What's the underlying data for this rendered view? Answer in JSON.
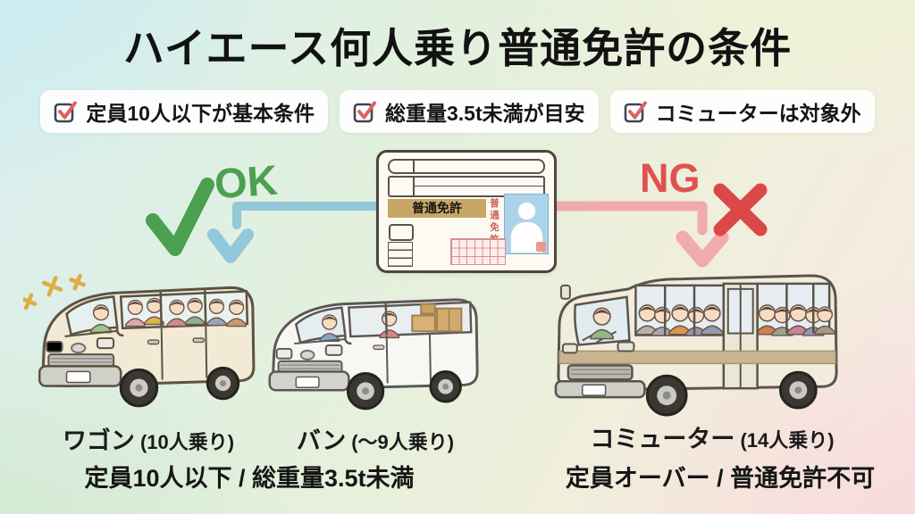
{
  "title": "ハイエース何人乗り普通免許の条件",
  "checklist": [
    {
      "label": "定員10人以下が基本条件"
    },
    {
      "label": "総重量3.5t未満が目安"
    },
    {
      "label": "コミューターは対象外"
    }
  ],
  "license_card": {
    "type_label": "普通免許",
    "photo_label": "普通免許"
  },
  "branches": {
    "ok": {
      "label": "OK",
      "color": "#4ca04e",
      "arrow_color": "#93c8da",
      "footnote": "定員10人以下 / 総重量3.5t未満"
    },
    "ng": {
      "label": "NG",
      "color": "#e05252",
      "arrow_color": "#f2abab",
      "footnote": "定員オーバー / 普通免許不可"
    }
  },
  "vehicles": [
    {
      "id": "wagon",
      "name": "ワゴン",
      "capacity": "(10人乗り)"
    },
    {
      "id": "van",
      "name": "バン",
      "capacity": "(〜9人乗り)"
    },
    {
      "id": "commuter",
      "name": "コミューター",
      "capacity": "(14人乗り)"
    }
  ]
}
